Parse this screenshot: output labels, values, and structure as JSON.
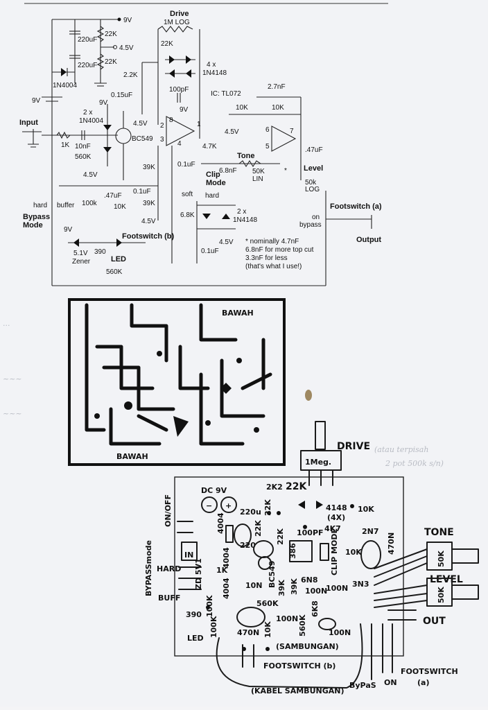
{
  "schematic": {
    "supply": {
      "rail_9v": "9V",
      "rail_4v5": "4.5V",
      "res_22k_a": "22K",
      "res_22k_b": "22K",
      "cap_220uf_a": "220uF",
      "cap_220uf_b": "220uF",
      "diode": "1N4004",
      "battery": "9V"
    },
    "input": {
      "input_label": "Input",
      "res_1k": "1K",
      "cap_10nf": "10nF",
      "res_560k": "560K",
      "bias_4v5": "4.5V",
      "diodes_2x": "2 x",
      "diodes_type": "1N4004",
      "transistor": "BC549",
      "v9_top": "9V"
    },
    "drive": {
      "drive_title": "Drive",
      "pot": "1M LOG",
      "res_22k": "22K",
      "res_2k2": "2.2K",
      "cap_015": "0.15uF",
      "bias": "4.5V",
      "diodes_4x": "4 x",
      "diodes_type": "1N4148",
      "cap_100pf": "100pF",
      "ic": "IC: TL072",
      "pin8": "8",
      "pin1": "1",
      "pin2": "2",
      "pin3": "3",
      "pin4": "4",
      "v9": "9V",
      "res_4k7": "4.7K",
      "res_39k_a": "39K",
      "res_39k_b": "39K",
      "cap_01_a": "0.1uF",
      "cap_01_b": "0.1uF",
      "bias_b": "4.5V"
    },
    "buffer": {
      "cap_47": ".47uF",
      "res_100k": "100k",
      "res_10k": "10K",
      "hard": "hard",
      "buffer": "buffer",
      "bypass_mode": "Bypass\nMode"
    },
    "clip": {
      "clip_mode": "Clip\nMode",
      "soft": "soft",
      "hard": "hard",
      "res_6k8": "6.8K",
      "diodes_2x": "2 x",
      "diodes_type": "1N4148",
      "cap_01": "0.1uF",
      "bias": "4.5V"
    },
    "tone": {
      "tone_label": "Tone",
      "cap_68": "6.8nF",
      "pot": "50K",
      "pot_taper": "LIN",
      "star": "*",
      "res_10k_a": "10K",
      "res_10k_b": "10K",
      "cap_2n7": "2.7nF",
      "bias": "4.5V",
      "pin6": "6",
      "pin5": "5",
      "pin7": "7",
      "cap_47": ".47uF"
    },
    "level": {
      "level_label": "Level",
      "pot": "50k",
      "taper": "LOG",
      "footswitch_a": "Footswitch (a)",
      "on": "on",
      "bypass": "bypass",
      "output": "Output"
    },
    "led": {
      "v9": "9V",
      "zener": "5.1V",
      "zener_b": "Zener",
      "res_390": "390",
      "led": "LED",
      "res_560k": "560K",
      "footswitch_b": "Footswitch (b)"
    },
    "note": {
      "l1": "* nominally 4.7nF",
      "l2": "6.8nF for more top cut",
      "l3": "3.3nF for less",
      "l4": "(that's what I use!)"
    }
  },
  "pcb": {
    "bawah_top": "BAWAH",
    "bawah_bottom": "BAWAH"
  },
  "layout_board": {
    "drive_label": "DRIVE",
    "drive_pot": "1Meg.",
    "drive_note_a": "(atau terpisah",
    "drive_note_b": "2 pot 500k s/n)",
    "dc": "DC 9V",
    "on_off": "ON/OFF",
    "bypass_mode": "BYPASSmode",
    "hard": "HARD",
    "buff": "BUFF",
    "in": "IN",
    "c220": "220u",
    "c220b": "220",
    "d4004a": "4004",
    "d4004b": "4004",
    "d4004c": "4004",
    "r22k_a": "22K",
    "r22k_b": "22K",
    "r22k_c": "22K",
    "r2k2": "2K2",
    "r22k_top": "22K",
    "d4148": "4148",
    "d4148x": "(4X)",
    "r10k_a": "10K",
    "r10k_b": "10K",
    "c2n7": "2N7",
    "c100pf": "100PF",
    "r4k7": "4K7",
    "ic": "386",
    "clip_mode": "CLIP MODE",
    "c470n_a": "470N",
    "c470n_b": "470N",
    "c3n3": "3N3",
    "bc549": "BC549",
    "c6n8": "6N8",
    "r39k_a": "39K",
    "r39k_b": "39K",
    "c100n_a": "100N",
    "c100n_b": "100N",
    "c100n_c": "100N",
    "c100n_d": "100N",
    "r560k_a": "560K",
    "r560k_b": "560K",
    "r6k8": "6K8",
    "r1k": "1K",
    "c10n": "10N",
    "z5v1": "ZD 5V1",
    "r390": "390",
    "r100k_a": "100K",
    "r100k_b": "100K",
    "r10k_c": "10K",
    "led": "LED",
    "sambungan": "(SAMBUNGAN)",
    "footswitch_b": "FOOTSWITCH (b)",
    "kabel": "(KABEL SAMBUNGAN)",
    "bypass": "ByPaS",
    "on": "ON",
    "footswitch_a": "FOOTSWITCH",
    "footswitch_a2": "(a)",
    "tone": "TONE",
    "level": "LEVEL",
    "pot_50k_a": "50K",
    "pot_50k_b": "50K",
    "out": "OUT"
  }
}
